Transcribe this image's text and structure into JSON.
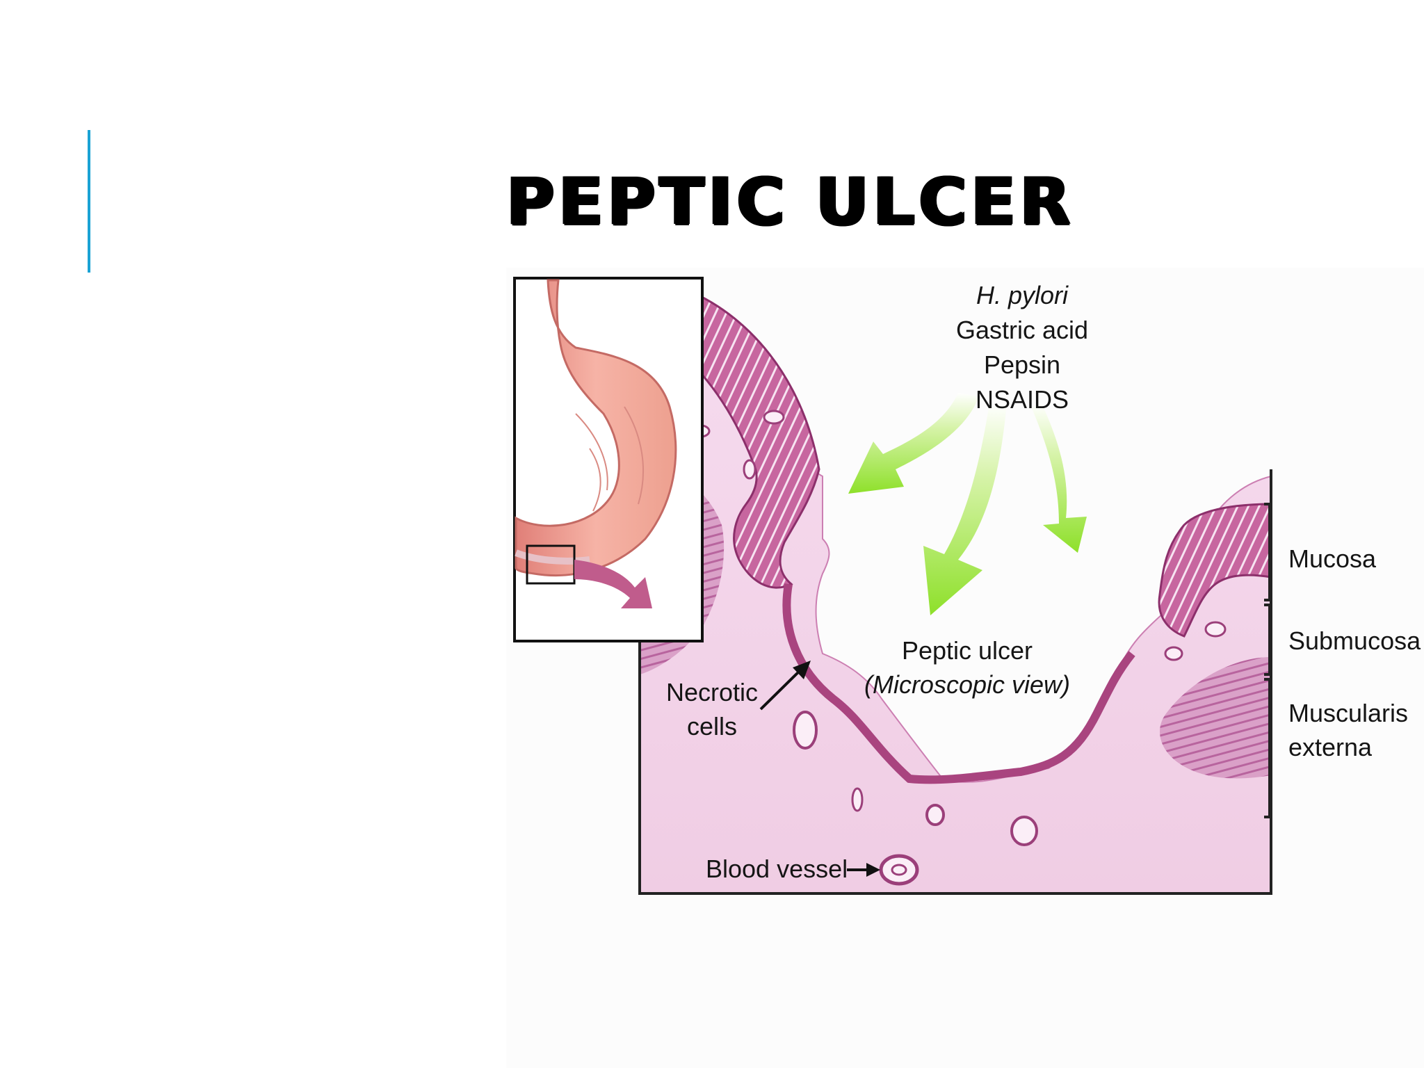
{
  "slide": {
    "title": "PEPTIC ULCER",
    "accent_color": "#1aa3d4"
  },
  "diagram": {
    "causes": [
      "H. pylori",
      "Gastric acid",
      "Pepsin",
      "NSAIDS"
    ],
    "ulcer_label": "Peptic ulcer",
    "view_label": "(Microscopic view)",
    "necrotic_label_1": "Necrotic",
    "necrotic_label_2": "cells",
    "vessel_label": "Blood vessel",
    "layers": {
      "mucosa": "Mucosa",
      "submucosa": "Submucosa",
      "muscularis_1": "Muscularis",
      "muscularis_2": "externa"
    },
    "colors": {
      "tissue": "#f3d6ea",
      "mucosa": "#c15f9e",
      "muscle": "#b75a98",
      "arrow_green": "#8ee02a",
      "stomach": "#f0a89a",
      "zoom_arrow": "#c05c8c"
    }
  }
}
